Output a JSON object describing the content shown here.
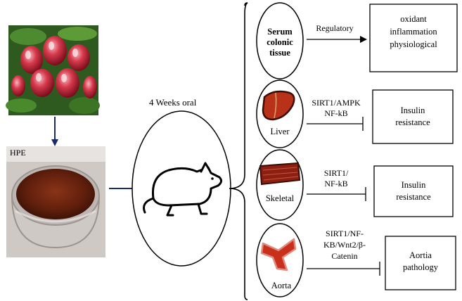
{
  "source": {
    "extract_label": "HPE"
  },
  "treatment": {
    "duration_label": "4 Weeks oral"
  },
  "organs": [
    {
      "label": [
        "Serum",
        "colonic",
        "tissue"
      ],
      "pathway": [
        "Regulatory"
      ],
      "effect": [
        "oxidant",
        "inflammation",
        "physiological"
      ],
      "arrow": "activate"
    },
    {
      "label": [
        "Liver"
      ],
      "pathway": [
        "SIRT1/AMPK",
        "NF-kB"
      ],
      "effect": [
        "Insulin",
        "resistance"
      ],
      "arrow": "inhibit"
    },
    {
      "label": [
        "Skeletal"
      ],
      "pathway": [
        "SIRT1/",
        "NF-kB"
      ],
      "effect": [
        "Insulin",
        "resistance"
      ],
      "arrow": "inhibit"
    },
    {
      "label": [
        "Aorta"
      ],
      "pathway": [
        "SIRT1/NF-",
        "KB/Wnt2/β-",
        "Catenin"
      ],
      "effect": [
        "Aortia",
        "pathology"
      ],
      "arrow": "inhibit"
    }
  ],
  "colors": {
    "arrow_blue": "#1a2a6c",
    "fruit_red": "#c0283a",
    "leaf_green": "#3f7a2a",
    "powder_brown": "#6b2410",
    "organ_red": "#b8321a"
  }
}
